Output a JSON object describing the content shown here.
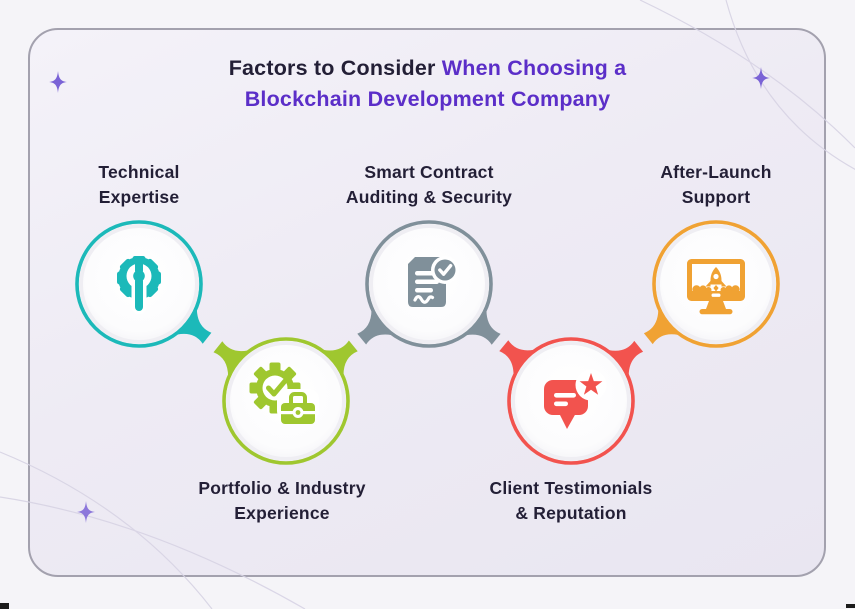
{
  "title": {
    "part1": "Factors to Consider",
    "part2": "When Choosing a Blockchain Development Company"
  },
  "factors": [
    {
      "label": "Technical\nExpertise",
      "icon": "gear-wrench-icon",
      "color": "#1cb9b9",
      "row": "top"
    },
    {
      "label": "Portfolio & Industry\nExperience",
      "icon": "gear-check-briefcase-icon",
      "color": "#9fc72f",
      "row": "bottom"
    },
    {
      "label": "Smart Contract\nAuditing & Security",
      "icon": "document-check-icon",
      "color": "#80909a",
      "row": "top"
    },
    {
      "label": "Client Testimonials\n& Reputation",
      "icon": "chat-star-icon",
      "color": "#f2534e",
      "row": "bottom"
    },
    {
      "label": "After-Launch\nSupport",
      "icon": "monitor-rocket-icon",
      "color": "#f0a233",
      "row": "top"
    }
  ],
  "colors": {
    "title_primary": "#231f36",
    "title_accent": "#5b2ec8",
    "label_text": "#231f36",
    "card_border": "#a3a1ae",
    "card_background": "#eeebf4",
    "sparkle": "#7a63d6",
    "arc_line": "#d7d3e4"
  },
  "decor": {
    "sparkle_color": "#7a63d6"
  }
}
